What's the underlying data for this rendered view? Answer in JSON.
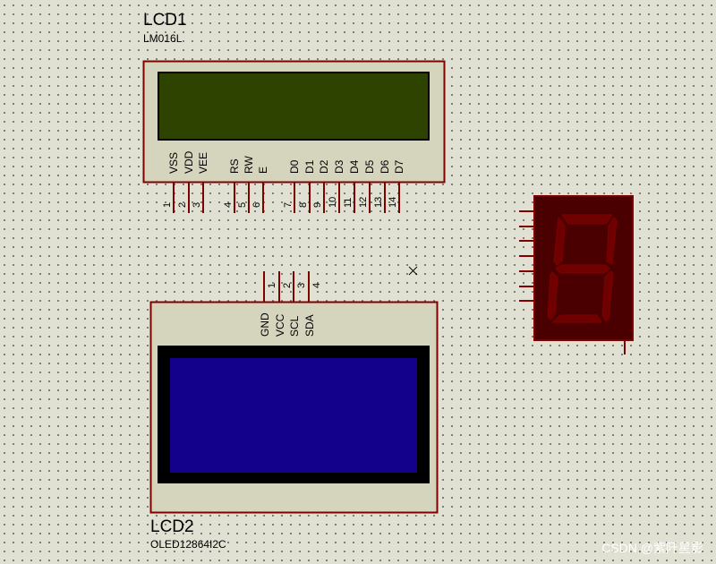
{
  "lcd1": {
    "ref": "LCD1",
    "part": "LM016L",
    "screen_color": "#2f4300",
    "pins": [
      {
        "name": "VSS",
        "num": "1"
      },
      {
        "name": "VDD",
        "num": "2"
      },
      {
        "name": "VEE",
        "num": "3"
      },
      {
        "name": "RS",
        "num": "4"
      },
      {
        "name": "RW",
        "num": "5"
      },
      {
        "name": "E",
        "num": "6"
      },
      {
        "name": "D0",
        "num": "7"
      },
      {
        "name": "D1",
        "num": "8"
      },
      {
        "name": "D2",
        "num": "9"
      },
      {
        "name": "D3",
        "num": "10"
      },
      {
        "name": "D4",
        "num": "11"
      },
      {
        "name": "D5",
        "num": "12"
      },
      {
        "name": "D6",
        "num": "13"
      },
      {
        "name": "D7",
        "num": "14"
      }
    ]
  },
  "lcd2": {
    "ref": "LCD2",
    "part": "OLED12864I2C",
    "screen_color": "#13008b",
    "pins": [
      {
        "name": "GND",
        "num": "1"
      },
      {
        "name": "VCC",
        "num": "2"
      },
      {
        "name": "SCL",
        "num": "3"
      },
      {
        "name": "SDA",
        "num": "4"
      }
    ]
  },
  "seven_segment": {
    "body_color": "#4a0000",
    "segment_color": "#6e0000",
    "outline_color": "#7d0000"
  },
  "canvas": {
    "background": "#e1e1d3",
    "component_fill": "#d5d5be",
    "outline_color": "#800000"
  },
  "watermark": "CSDN @紫阡星影"
}
